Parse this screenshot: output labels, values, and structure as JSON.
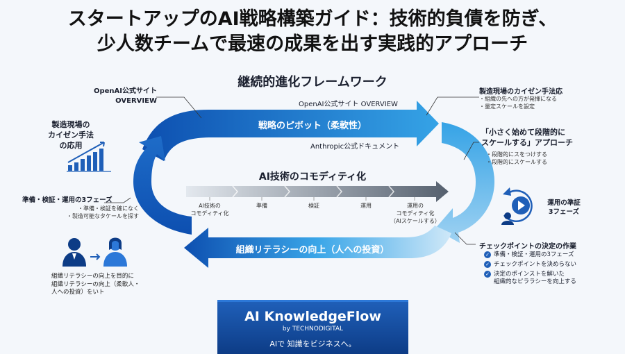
{
  "title": {
    "line1": "スタートアップのAI戦略構築ガイド：技術的負債を防ぎ、",
    "line2": "少人数チームで最速の成果を出す実践的アプローチ"
  },
  "framework": {
    "title": "継続的進化フレームワーク",
    "top_arrow_label": "戦略のピボット（柔軟性）",
    "bottom_arrow_label": "組織リテラシーの向上（人への投資）",
    "top_source": "OpenAI公式サイト OVERVIEW",
    "top_source2": "Anthropic公式ドキュメント",
    "center_title": "AI技術のコモディティ化",
    "center_steps": [
      "AI技術の\nコモディティ化",
      "準備",
      "検証",
      "運用",
      "運用の\nコモディティ化\n（AIスケールする）"
    ]
  },
  "left": {
    "openai_label": "OpenAI公式サイト\nOVERVIEW",
    "kaizen_label": "製造現場の\nカイゼン手法\nの応用",
    "phases_title": "準備・検証・運用の3フェーズ",
    "phases_items": [
      "・準備・検証を確になく",
      "・製造可能なタケールを探す"
    ],
    "people_caption": "組織リテラシーの向上を目的に\n組織リテラシーの向上（柔軟人・\n人への投資）をいト"
  },
  "right": {
    "kaizen_title": "製造現場のカイゼン手法応",
    "kaizen_items": [
      "・組織の先への方が発揮になる",
      "・量定スケールを設定"
    ],
    "small_start_title": "「小さく始めて段階的に\nスケールする」アプローチ",
    "small_start_items": [
      "・段階的にスをつけする",
      "・段階的にスケールする"
    ],
    "ops_label": "運用の準証\n3フェーズ",
    "checkpoint_title": "チェックポイントの決定の作業",
    "checkpoint_items": [
      "準備・検証・運用の3フェーズ",
      "チェックポイントを決めらない",
      "決定のポインストを解いた\n組織的なピララシーを向上する"
    ]
  },
  "footer": {
    "brand": "AI KnowledgeFlow",
    "by": "by TECHNODIGITAL",
    "tagline": "AIで 知識をビジネスへ。"
  },
  "colors": {
    "arrow_dark": "#0d4fb0",
    "arrow_light": "#3aa6e8",
    "navy": "#0d3c86"
  }
}
